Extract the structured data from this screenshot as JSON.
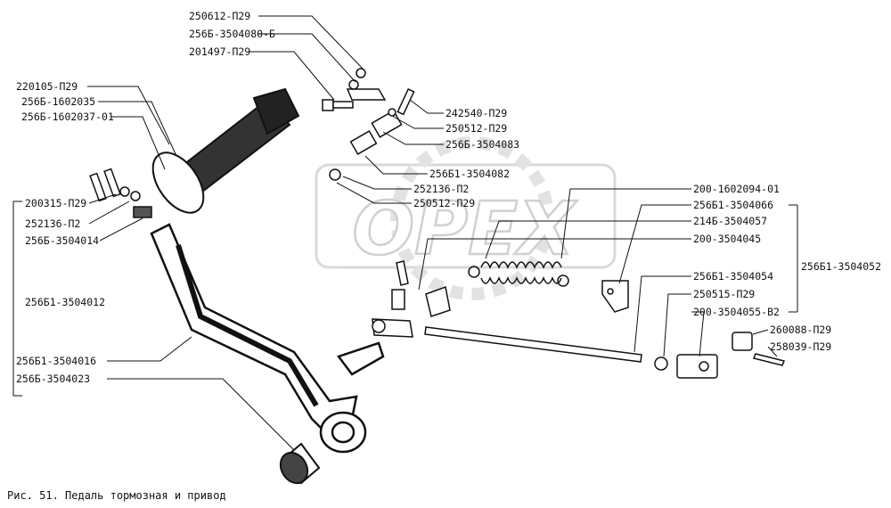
{
  "watermark": "OPEX",
  "caption": "Рис. 51. Педаль тормозная и привод",
  "labels": {
    "l250612": "250612-П29",
    "l256b3504080": "256Б-3504080-Б",
    "l201497": "201497-П29",
    "l220105": "220105-П29",
    "l256b1602035": "256Б-1602035",
    "l256b1602037": "256Б-1602037-01",
    "l242540": "242540-П29",
    "l250512a": "250512-П29",
    "l256b3504083": "256Б-3504083",
    "l256b13504082": "256Б1-3504082",
    "l252136a": "252136-П2",
    "l250512b": "250512-П29",
    "l200315": "200315-П29",
    "l252136b": "252136-П2",
    "l256b3504014": "256Б-3504014",
    "l2001602094": "200-1602094-01",
    "l256b13504066": "256Б1-3504066",
    "l214b3504057": "214Б-3504057",
    "l2003504045": "200-3504045",
    "l256b13504052": "256Б1-3504052",
    "l256b13504012": "256Б1-3504012",
    "l256b13504054": "256Б1-3504054",
    "l250515": "250515-П29",
    "l2003504055": "200-3504055-В2",
    "l260088": "260088-П29",
    "l258039": "258039-П29",
    "l256b13504016": "256Б1-3504016",
    "l256b3504023": "256Б-3504023"
  }
}
